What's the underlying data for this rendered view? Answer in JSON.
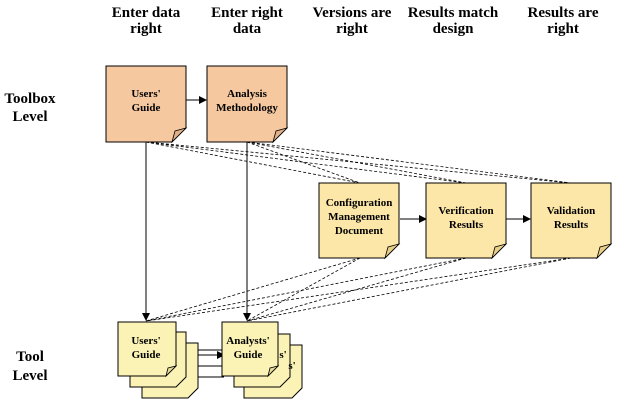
{
  "columns": [
    {
      "line1": "Enter data",
      "line2": "right"
    },
    {
      "line1": "Enter right",
      "line2": "data"
    },
    {
      "line1": "Versions are",
      "line2": "right"
    },
    {
      "line1": "Results match",
      "line2": "design"
    },
    {
      "line1": "Results are",
      "line2": "right"
    }
  ],
  "levels": {
    "toolbox": {
      "line1": "Toolbox",
      "line2": "Level"
    },
    "tool": {
      "line1": "Tool",
      "line2": "Level"
    }
  },
  "colors": {
    "toolbox_fill": "#f5c8a0",
    "middle_fill": "#fce7a8",
    "tool_fill": "#fbf3b6"
  },
  "docs": {
    "users_guide": {
      "line1": "Users'",
      "line2": "Guide"
    },
    "analysis_methodology": {
      "line1": "Analysis",
      "line2": "Methodology"
    },
    "config_mgmt": {
      "line1": "Configuration",
      "line2": "Management",
      "line3": "Document"
    },
    "verification": {
      "line1": "Verification",
      "line2": "Results"
    },
    "validation": {
      "line1": "Validation",
      "line2": "Results"
    },
    "tool_users_guide": {
      "line1": "Users'",
      "line2": "Guide"
    },
    "tool_analysts_guide": {
      "line1": "Analysts'",
      "line2": "Guide",
      "stack_suffix_1": "s'",
      "stack_suffix_2": "s'"
    }
  }
}
